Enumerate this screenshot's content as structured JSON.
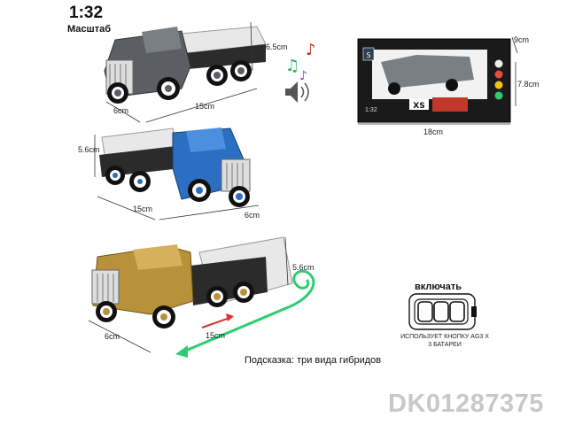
{
  "header": {
    "scale": "1:32",
    "scale_label": "Масштаб"
  },
  "trucks": [
    {
      "color": "#5b5f63",
      "dims": [
        "6.5cm",
        "15cm",
        "6cm"
      ]
    },
    {
      "color": "#2a6fc2",
      "dims": [
        "5.6cm",
        "15cm",
        "6cm"
      ]
    },
    {
      "color": "#b8923a",
      "dims": [
        "5.6cm",
        "15cm",
        "6cm"
      ]
    }
  ],
  "package": {
    "height": "9cm",
    "depth": "7.8cm",
    "width": "18cm",
    "scale": "1:32"
  },
  "switch": {
    "title": "включать",
    "note": "ИСПОЛЬЗУЕТ КНОПКУ AG3 X 3 БАТАРЕИ"
  },
  "hint": "Подсказка: три вида гибридов",
  "watermark": "DK01287375",
  "icons": [
    "music-notes-icon",
    "speaker-icon"
  ]
}
